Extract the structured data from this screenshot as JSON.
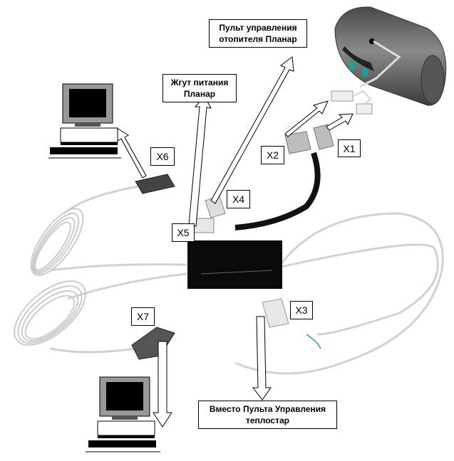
{
  "diagram": {
    "callouts": {
      "control_panel": [
        "Пульт управления",
        "отопителя Планар"
      ],
      "power_harness": [
        "Жгут питания",
        "Планар"
      ],
      "replace_panel": [
        "Вместо Пульта Управления",
        "теплостар"
      ]
    },
    "connectors": {
      "x1": "X1",
      "x2": "X2",
      "x3": "X3",
      "x4": "X4",
      "x5": "X5",
      "x6": "X6",
      "x7": "X7"
    },
    "components": {
      "heater": "heater-planar",
      "adapter_box": "adapter-box",
      "pc_top": "computer",
      "pc_bottom": "computer",
      "cable_coils": "cable-coil"
    },
    "colors": {
      "cable": "#d8d4d4",
      "harness": "#111111",
      "box": "#0a0a0a",
      "heater_body": "#6e6e6e",
      "accent_teal": "#2a9a98"
    }
  }
}
